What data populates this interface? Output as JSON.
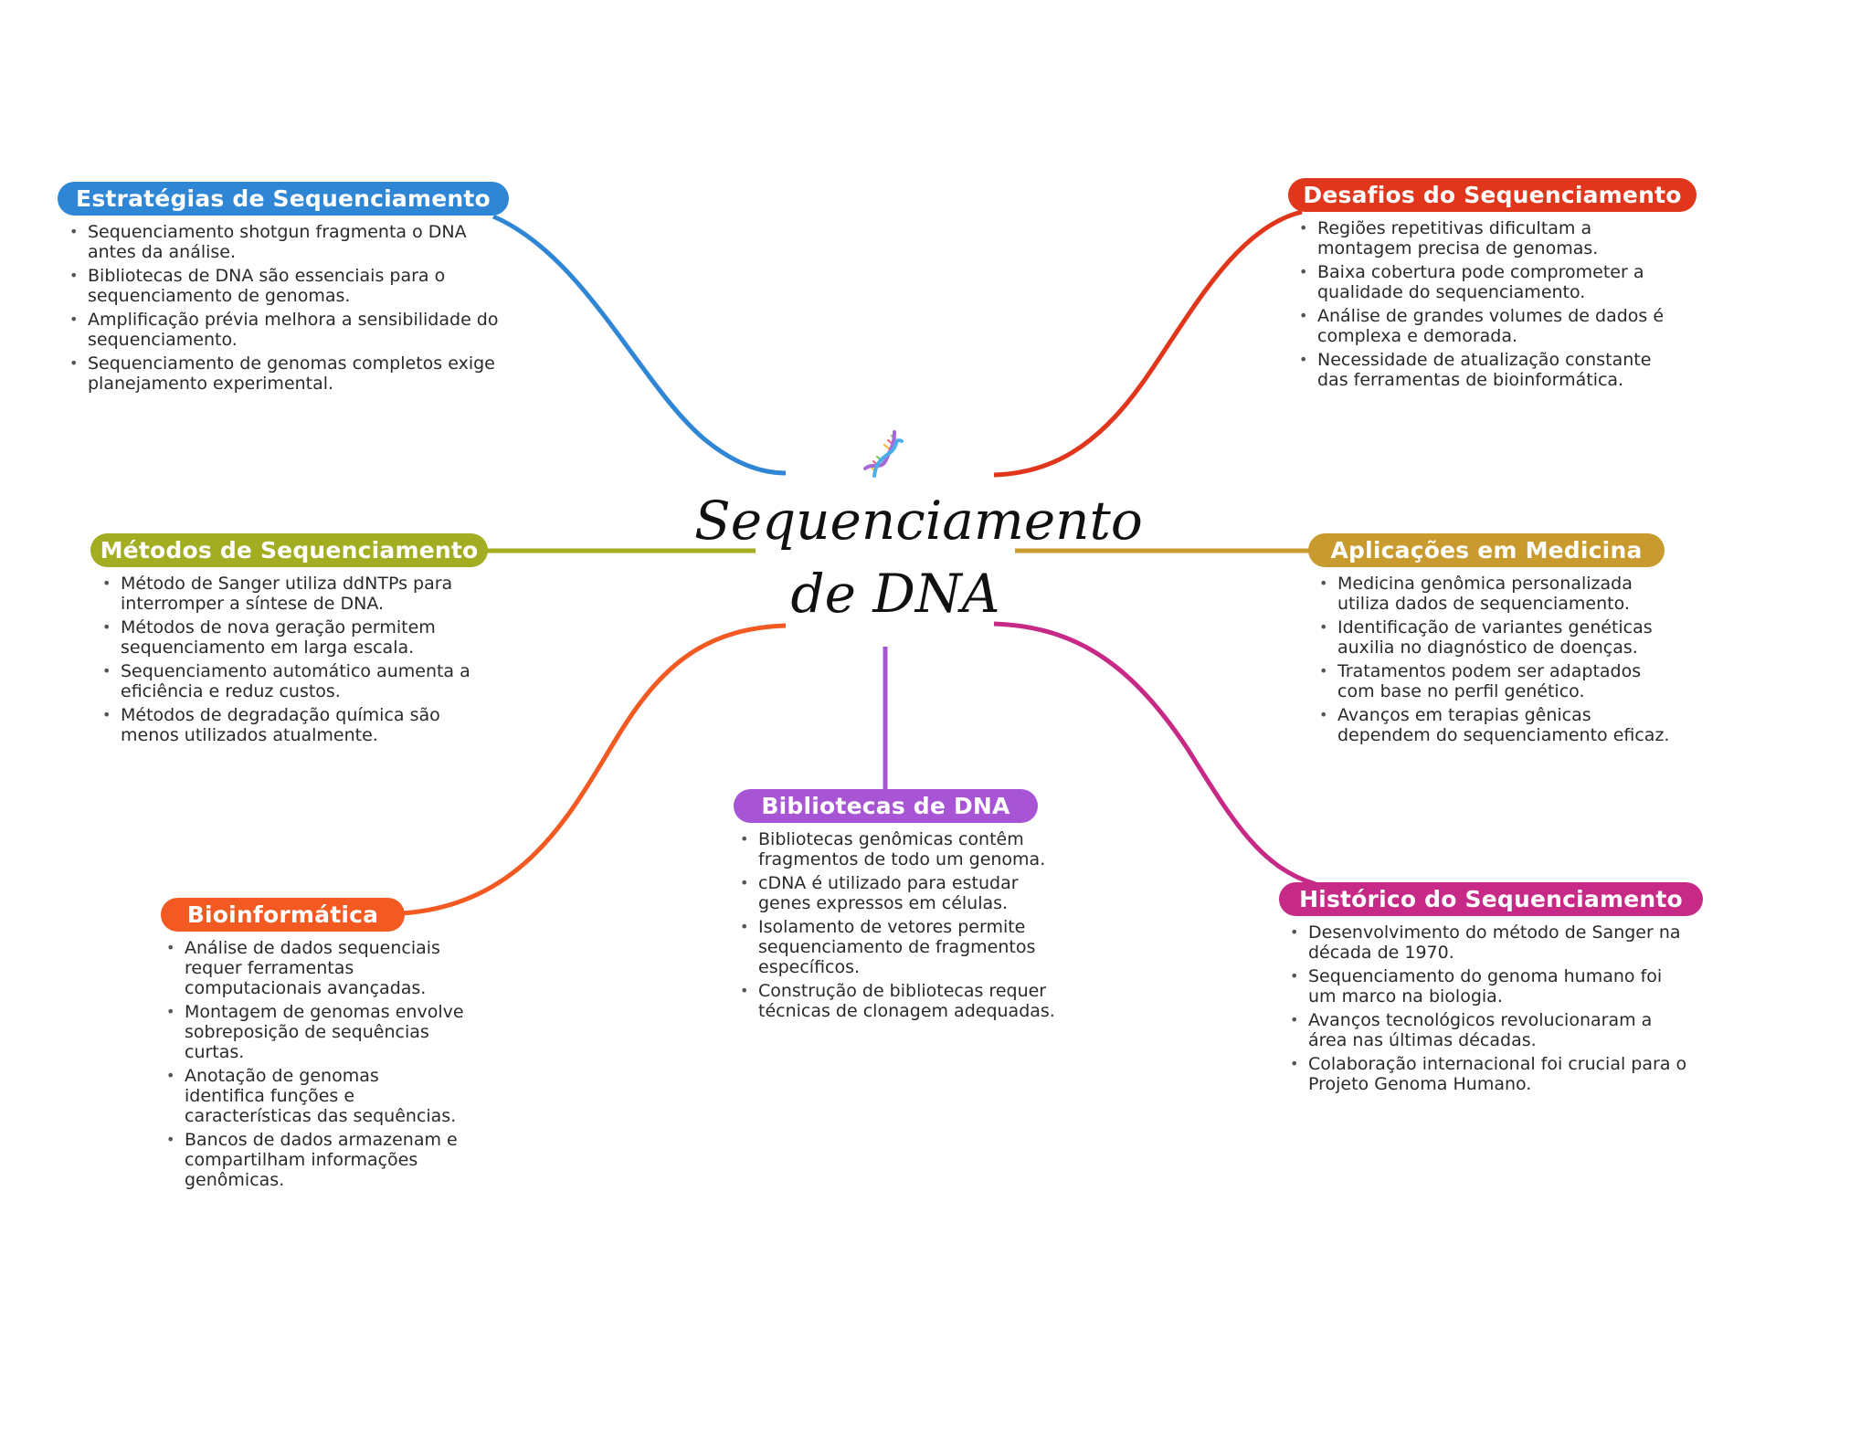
{
  "title": {
    "line1": "Sequenciamento",
    "line2": "de DNA",
    "icon": "dna-helix-icon"
  },
  "colors": {
    "estrategias": "#2f86d4",
    "desafios": "#e0371c",
    "metodos": "#a3ad22",
    "aplicacoes": "#c99a2e",
    "bibliotecas": "#a755d4",
    "bioinformatica": "#f25a22",
    "historico": "#c72a86"
  },
  "branches": {
    "estrategias": {
      "label": "Estratégias de Sequenciamento",
      "items": [
        "Sequenciamento shotgun fragmenta o DNA antes da análise.",
        "Bibliotecas de DNA são essenciais para o sequenciamento de genomas.",
        "Amplificação prévia melhora a sensibilidade do sequenciamento.",
        "Sequenciamento de genomas completos exige planejamento experimental."
      ]
    },
    "desafios": {
      "label": "Desafios do Sequenciamento",
      "items": [
        "Regiões repetitivas dificultam a montagem precisa de genomas.",
        "Baixa cobertura pode comprometer a qualidade do sequenciamento.",
        "Análise de grandes volumes de dados é complexa e demorada.",
        "Necessidade de atualização constante das ferramentas de bioinformática."
      ]
    },
    "metodos": {
      "label": "Métodos de Sequenciamento",
      "items": [
        "Método de Sanger utiliza ddNTPs para interromper a síntese de DNA.",
        "Métodos de nova geração permitem sequenciamento em larga escala.",
        "Sequenciamento automático aumenta a eficiência e reduz custos.",
        "Métodos de degradação química são menos utilizados atualmente."
      ]
    },
    "aplicacoes": {
      "label": "Aplicações em Medicina",
      "items": [
        "Medicina genômica personalizada utiliza dados de sequenciamento.",
        "Identificação de variantes genéticas auxilia no diagnóstico de doenças.",
        "Tratamentos podem ser adaptados com base no perfil genético.",
        "Avanços em terapias gênicas dependem do sequenciamento eficaz."
      ]
    },
    "bibliotecas": {
      "label": "Bibliotecas de DNA",
      "items": [
        "Bibliotecas genômicas contêm fragmentos de todo um genoma.",
        "cDNA é utilizado para estudar genes expressos em células.",
        "Isolamento de vetores permite sequenciamento de fragmentos específicos.",
        "Construção de bibliotecas requer técnicas de clonagem adequadas."
      ]
    },
    "bioinformatica": {
      "label": "Bioinformática",
      "items": [
        "Análise de dados sequenciais requer ferramentas computacionais avançadas.",
        "Montagem de genomas envolve sobreposição de sequências curtas.",
        "Anotação de genomas identifica funções e características das sequências.",
        "Bancos de dados armazenam e compartilham informações genômicas."
      ]
    },
    "historico": {
      "label": "Histórico do Sequenciamento",
      "items": [
        "Desenvolvimento do método de Sanger na década de 1970.",
        "Sequenciamento do genoma humano foi um marco na biologia.",
        "Avanços tecnológicos revolucionaram a área nas últimas décadas.",
        "Colaboração internacional foi crucial para o Projeto Genoma Humano."
      ]
    }
  }
}
